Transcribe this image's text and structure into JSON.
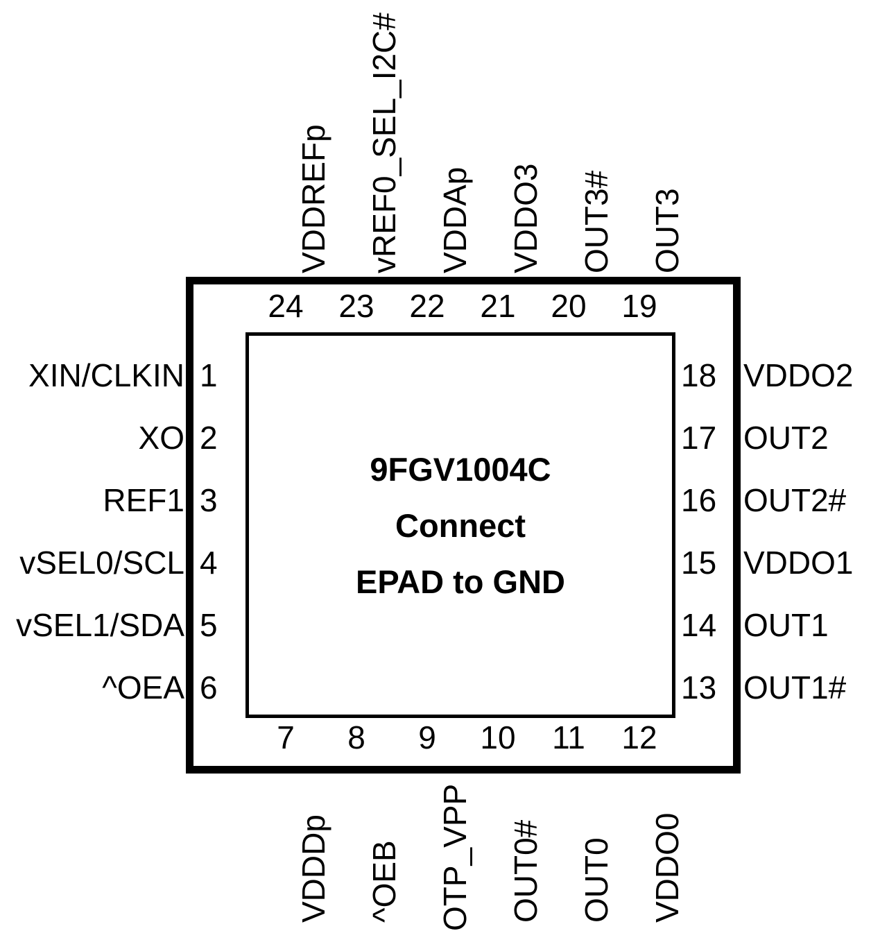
{
  "diagram": {
    "part_number": "9FGV1004C",
    "die_lines": [
      "9FGV1004C",
      "Connect",
      "EPAD to GND"
    ],
    "package_pin_count": 24
  },
  "pins": {
    "left": [
      {
        "number": "1",
        "label": "XIN/CLKIN"
      },
      {
        "number": "2",
        "label": "XO"
      },
      {
        "number": "3",
        "label": "REF1"
      },
      {
        "number": "4",
        "label": "vSEL0/SCL"
      },
      {
        "number": "5",
        "label": "vSEL1/SDA"
      },
      {
        "number": "6",
        "label": "^OEA"
      }
    ],
    "bottom": [
      {
        "number": "7",
        "label": "VDDDp"
      },
      {
        "number": "8",
        "label": "^OEB"
      },
      {
        "number": "9",
        "label": "OTP_VPP"
      },
      {
        "number": "10",
        "label": "OUT0#"
      },
      {
        "number": "11",
        "label": "OUT0"
      },
      {
        "number": "12",
        "label": "VDDO0"
      }
    ],
    "right": [
      {
        "number": "13",
        "label": "OUT1#"
      },
      {
        "number": "14",
        "label": "OUT1"
      },
      {
        "number": "15",
        "label": "VDDO1"
      },
      {
        "number": "16",
        "label": "OUT2#"
      },
      {
        "number": "17",
        "label": "OUT2"
      },
      {
        "number": "18",
        "label": "VDDO2"
      }
    ],
    "top": [
      {
        "number": "19",
        "label": "OUT3"
      },
      {
        "number": "20",
        "label": "OUT3#"
      },
      {
        "number": "21",
        "label": "VDDO3"
      },
      {
        "number": "22",
        "label": "VDDAp"
      },
      {
        "number": "23",
        "label": "vREF0_SEL_I2C#"
      },
      {
        "number": "24",
        "label": "VDDREFp"
      }
    ]
  },
  "colors": {
    "outline": "#000000",
    "text": "#000000",
    "background": "#ffffff"
  }
}
